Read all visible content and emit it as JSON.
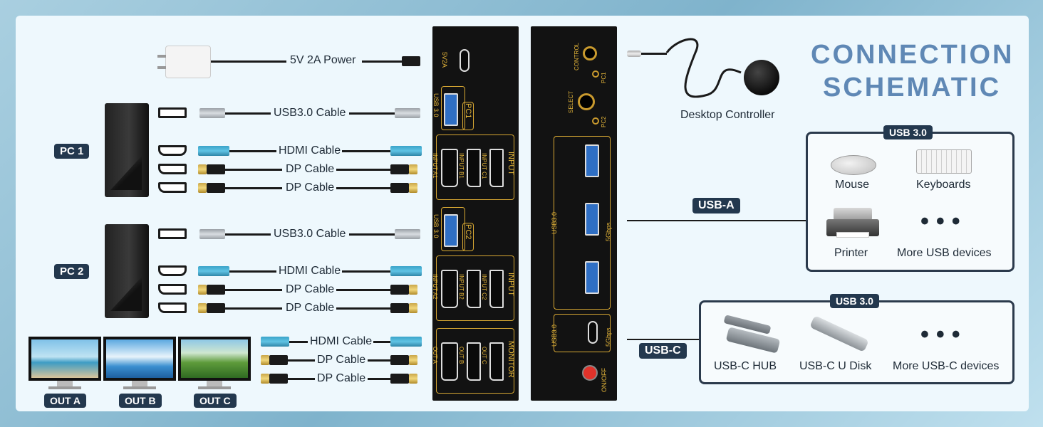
{
  "title": {
    "line1": "CONNECTION",
    "line2": "SCHEMATIC"
  },
  "power_label": "5V 2A Power",
  "pc1": {
    "label": "PC 1",
    "cables": [
      "USB3.0 Cable",
      "HDMI Cable",
      "DP Cable",
      "DP Cable"
    ]
  },
  "pc2": {
    "label": "PC 2",
    "cables": [
      "USB3.0 Cable",
      "HDMI Cable",
      "DP Cable",
      "DP Cable"
    ]
  },
  "outputs": {
    "labels": [
      "OUT A",
      "OUT B",
      "OUT C"
    ],
    "cables": [
      "HDMI Cable",
      "DP Cable",
      "DP Cable"
    ]
  },
  "kvm_left": {
    "power_port": "5V2A",
    "usb_label": "USB 3.0",
    "pc1_tag": "PC1",
    "pc2_tag": "PC2",
    "input_tag": "INPUT",
    "monitor_tag": "MONITOR",
    "pc1_ports": [
      "INPUT A1",
      "INPUT B1",
      "INPUT C1"
    ],
    "pc2_ports": [
      "INPUT A2",
      "INPUT B2",
      "INPUT C2"
    ],
    "out_ports": [
      "OUT A",
      "OUT B",
      "OUT C"
    ]
  },
  "kvm_right": {
    "control": "CONTROL",
    "select": "SELECT",
    "pc1": "PC1",
    "pc2": "PC2",
    "usb30": "USB3.0",
    "speed": "5Gbps",
    "onoff": "ON/OFF"
  },
  "desktop_controller": "Desktop Controller",
  "usb_a": {
    "chip": "USB-A",
    "box_title": "USB 3.0",
    "devices": [
      "Mouse",
      "Keyboards",
      "Printer",
      "More USB devices"
    ]
  },
  "usb_c": {
    "chip": "USB-C",
    "box_title": "USB 3.0",
    "devices": [
      "USB-C HUB",
      "USB-C U Disk",
      "More USB-C devices"
    ]
  },
  "colors": {
    "accent": "#5f88b5",
    "chip": "#23384e",
    "gold": "#d8a833"
  }
}
